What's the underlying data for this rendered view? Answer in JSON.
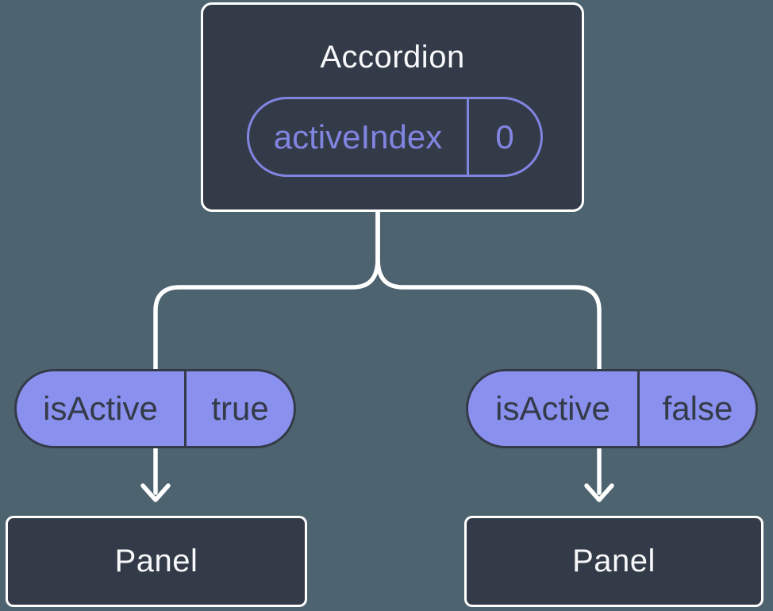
{
  "colors": {
    "background": "#4d6470",
    "node_bg": "#343b48",
    "node_border": "#ffffff",
    "node_text": "#f7f8fa",
    "purple_fill": "#8a90ee",
    "purple_outline": "#8185e2",
    "pill_dark": "#343b48",
    "connector": "#ffffff"
  },
  "diagram": {
    "root_node": {
      "title": "Accordion",
      "prop_name": "activeIndex",
      "prop_value": "0"
    },
    "left_branch": {
      "prop_name": "isActive",
      "prop_value": "true",
      "node_title": "Panel"
    },
    "right_branch": {
      "prop_name": "isActive",
      "prop_value": "false",
      "node_title": "Panel"
    }
  }
}
